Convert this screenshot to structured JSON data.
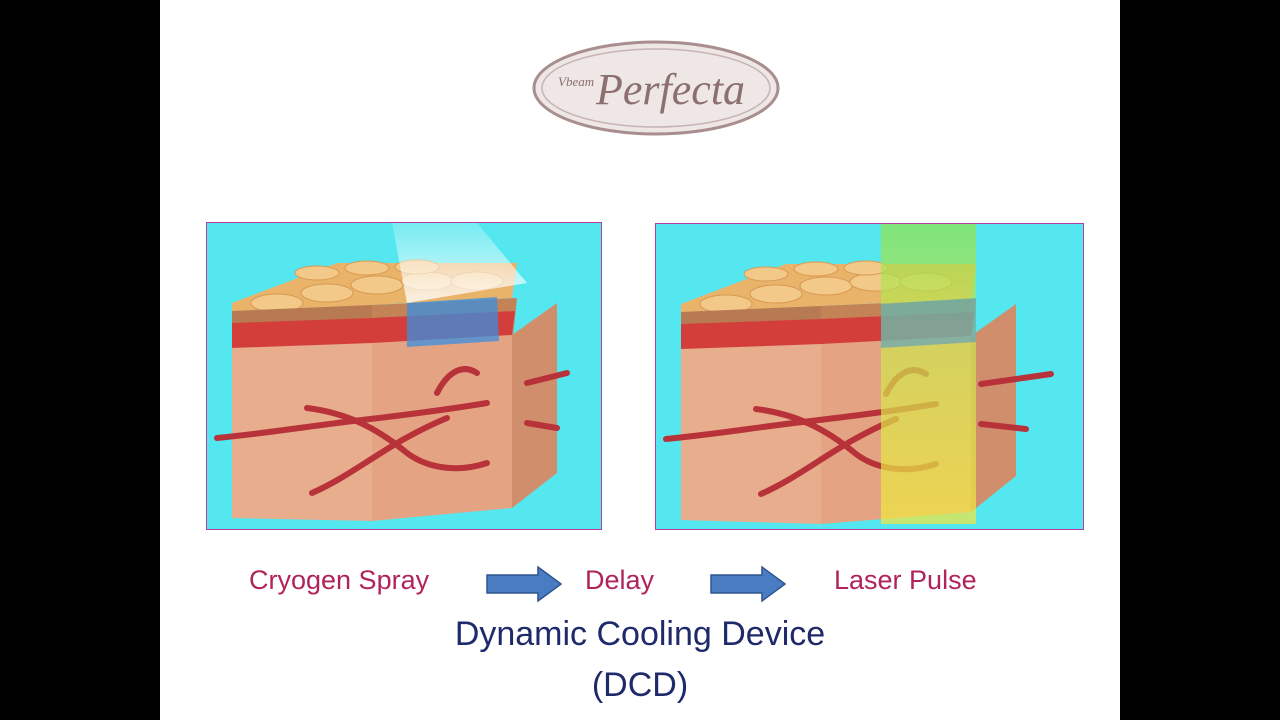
{
  "logo": {
    "prefix": "Vbeam",
    "name": "Perfecta"
  },
  "steps": [
    "Cryogen Spray",
    "Delay",
    "Laser Pulse"
  ],
  "title": {
    "line1": "Dynamic Cooling Device",
    "line2": "(DCD)"
  },
  "colors": {
    "step_text": "#b0245a",
    "title_text": "#1f2a6b",
    "panel_bg": "#55e7ef",
    "arrow": "#4a7cc2",
    "cryogen": "#3a8fe0",
    "laser": "#f2e640"
  }
}
